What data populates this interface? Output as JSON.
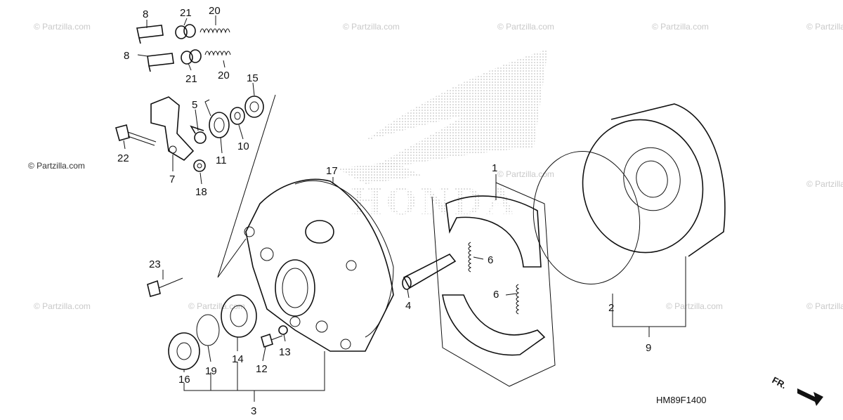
{
  "diagram": {
    "watermark": "© Partzilla.com",
    "brand_logo_text": "HONDA",
    "diagram_code": "HM89F1400",
    "direction_label": "FR.",
    "callouts": [
      "8",
      "21",
      "20",
      "8",
      "21",
      "20",
      "15",
      "5",
      "10",
      "11",
      "22",
      "7",
      "18",
      "17",
      "1",
      "6",
      "6",
      "23",
      "4",
      "2",
      "9",
      "14",
      "13",
      "12",
      "16",
      "19",
      "3"
    ]
  }
}
